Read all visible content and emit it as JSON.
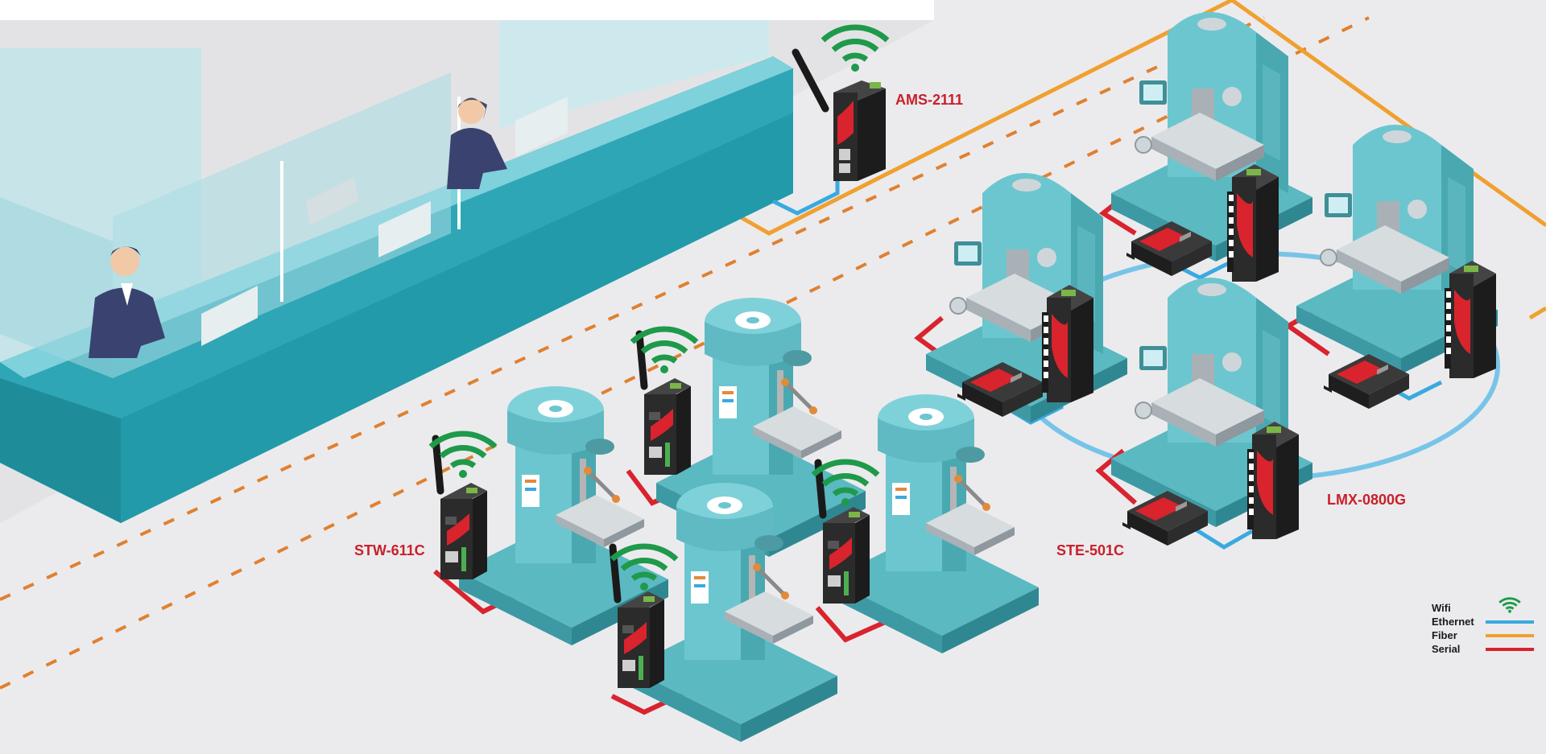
{
  "devices": {
    "ams": "AMS-2111",
    "stw": "STW-611C",
    "ste": "STE-501C",
    "lmx": "LMX-0800G"
  },
  "legend": {
    "wifi": "Wifi",
    "ethernet": "Ethernet",
    "fiber": "Fiber",
    "serial": "Serial"
  },
  "colors": {
    "wifi": "#1e9a4a",
    "ethernet": "#3aa9e0",
    "fiber": "#f0a030",
    "serial": "#d9232d",
    "label": "#c8202b",
    "machine": "#5fc0c8",
    "device_body": "#2b2b2b",
    "device_accent": "#d9232d",
    "floor": "#ebebed",
    "office_wall": "#29a3b2"
  },
  "icons": [
    "wifi-icon",
    "router-icon",
    "switch-icon",
    "serial-server-icon",
    "drill-press-icon",
    "milling-machine-icon",
    "office-worker-icon"
  ]
}
